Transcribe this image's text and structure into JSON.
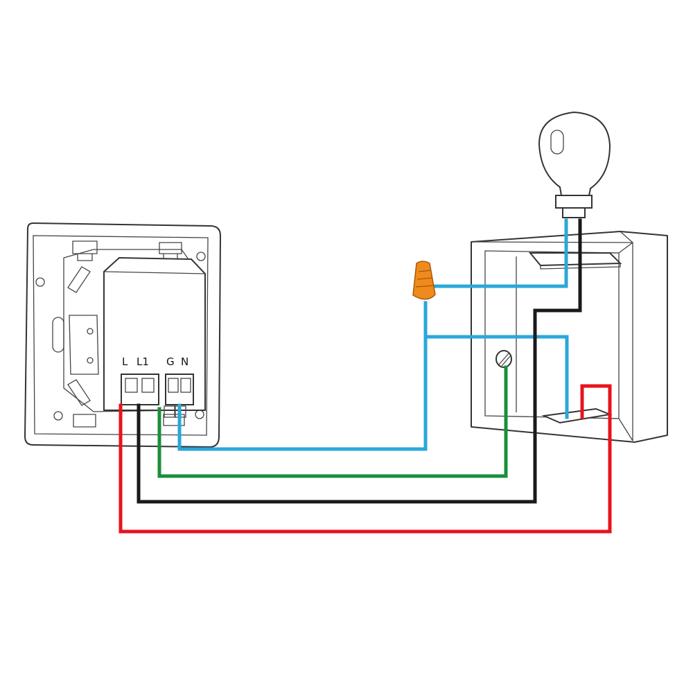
{
  "terminals": {
    "L": "L",
    "L1": "L1",
    "G": "G",
    "N": "N"
  },
  "wire_colors": {
    "live_in": "#e8141c",
    "switched_live": "#1a1a1a",
    "ground": "#17903a",
    "neutral": "#2aa7d9"
  },
  "connector_color": "#f08a1c",
  "icons": [
    "wall-switch-icon",
    "junction-box-icon",
    "light-bulb-icon",
    "wire-nut-icon",
    "ground-screw-icon"
  ]
}
